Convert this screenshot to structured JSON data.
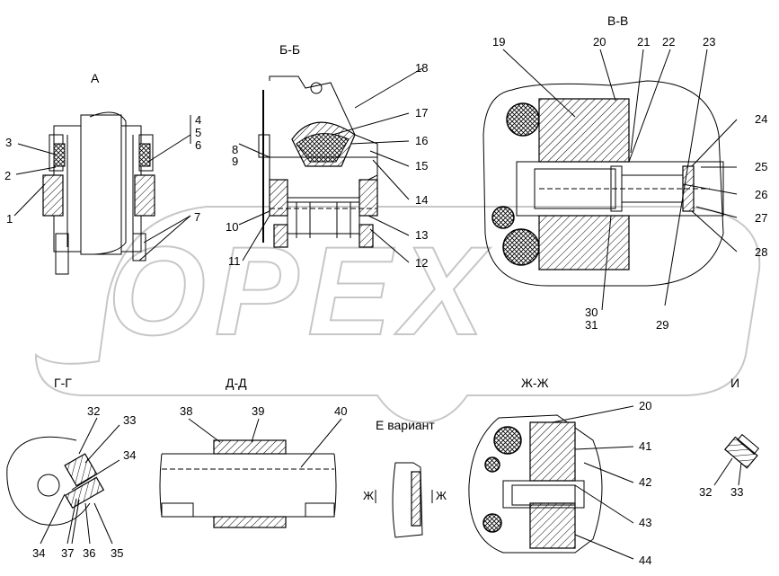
{
  "watermark": "OPEX",
  "views": {
    "A": "А",
    "BB": "Б-Б",
    "VV": "В-В",
    "GG": "Г-Г",
    "DD": "Д-Д",
    "E_variant": "Е вариант",
    "ZhZh": "Ж-Ж",
    "I": "И",
    "zh_left": "Ж",
    "zh_right": "Ж"
  },
  "callouts": {
    "n1": "1",
    "n2": "2",
    "n3": "3",
    "n4": "4",
    "n5": "5",
    "n6": "6",
    "n7": "7",
    "n8": "8",
    "n9": "9",
    "n10": "10",
    "n11": "11",
    "n12": "12",
    "n13": "13",
    "n14": "14",
    "n15": "15",
    "n16": "16",
    "n17": "17",
    "n18": "18",
    "n19": "19",
    "n20": "20",
    "n21": "21",
    "n22": "22",
    "n23": "23",
    "n24": "24",
    "n25": "25",
    "n26": "26",
    "n27": "27",
    "n28": "28",
    "n29": "29",
    "n30": "30",
    "n31": "31",
    "n32": "32",
    "n33": "33",
    "n34a": "34",
    "n34b": "34",
    "n35": "35",
    "n36": "36",
    "n37": "37",
    "n38": "38",
    "n39": "39",
    "n40": "40",
    "n20b": "20",
    "n41": "41",
    "n42": "42",
    "n43": "43",
    "n44": "44",
    "n32b": "32",
    "n33b": "33"
  }
}
